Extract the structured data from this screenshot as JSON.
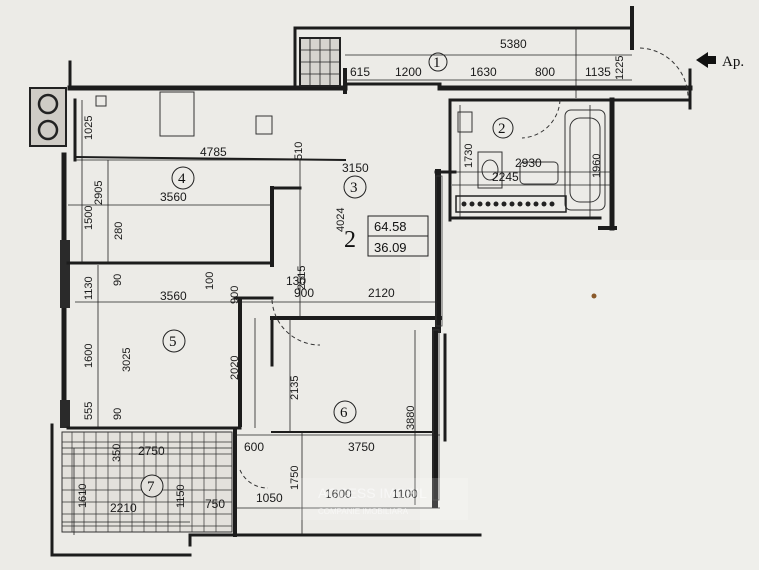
{
  "rooms": [
    "1",
    "2",
    "3",
    "4",
    "5",
    "6",
    "7"
  ],
  "entrance_label": "Ap.",
  "apartment": {
    "rooms_count": "2",
    "total_area": "64.58",
    "living_area": "36.09"
  },
  "dims": {
    "top_total": "5380",
    "top_615": "615",
    "top_1200": "1200",
    "top_1630": "1630",
    "top_800": "800",
    "top_1135": "1135",
    "v_1225": "1225",
    "v_1025": "1025",
    "h_4785": "4785",
    "v_510": "510",
    "h_3150": "3150",
    "v_1730": "1730",
    "h_2930": "2930",
    "v_1960": "1960",
    "h_2245": "2245",
    "v_2905": "2905",
    "v_1500": "1500",
    "h_3560a": "3560",
    "v_280": "280",
    "v_4024": "4024",
    "v_2515": "2515",
    "v_1130": "1130",
    "v_90a": "90",
    "v_100": "100",
    "v_900": "900",
    "h_130": "130",
    "h_3560b": "3560",
    "h_900": "900",
    "h_2120": "2120",
    "v_1600": "1600",
    "v_3025": "3025",
    "v_2020": "2020",
    "v_2135": "2135",
    "v_3880": "3880",
    "v_555": "555",
    "v_90b": "90",
    "v_350": "350",
    "h_2750": "2750",
    "h_600": "600",
    "h_3750": "3750",
    "v_1610": "1610",
    "v_1150": "1150",
    "v_1750": "1750",
    "h_2210": "2210",
    "h_750": "750",
    "h_1050": "1050",
    "h_1600": "1600",
    "h_1100": "1100"
  },
  "watermark": {
    "line1": "ACCESS IMOBIL",
    "line2": "COMPANIE IMOBILIARA"
  }
}
